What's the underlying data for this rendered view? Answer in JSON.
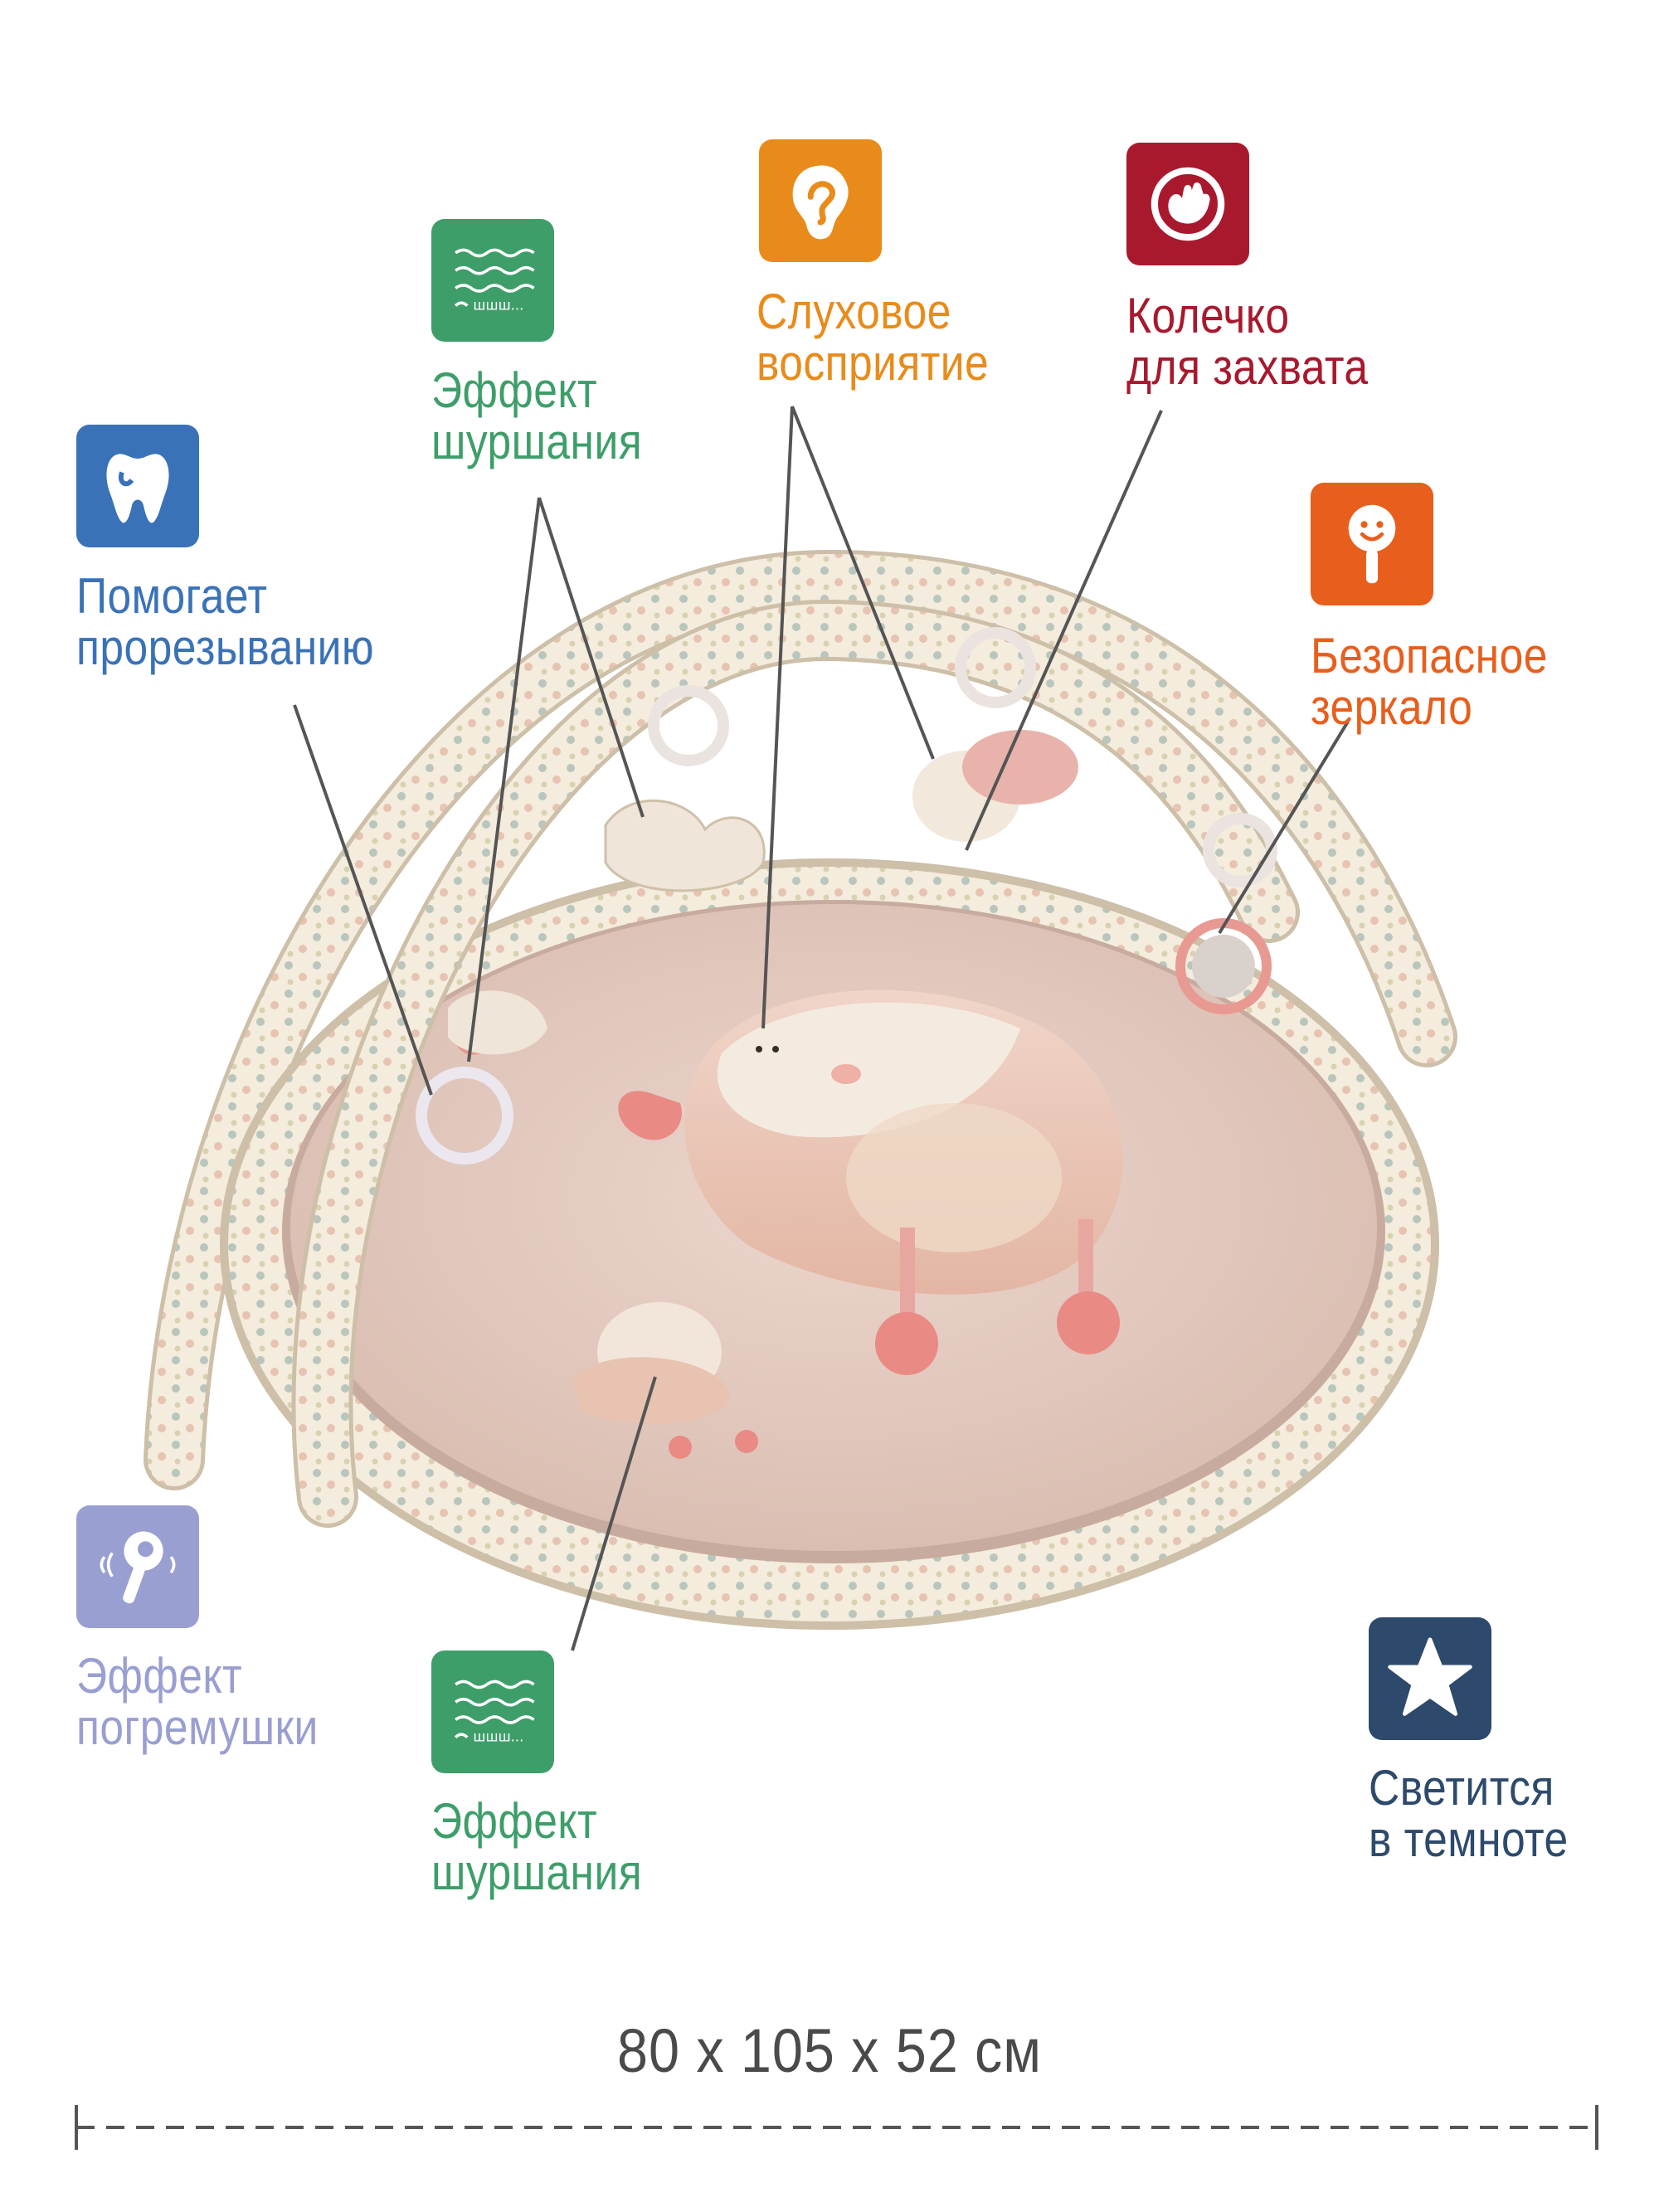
{
  "features": {
    "teething": {
      "line1": "Помогает",
      "line2": "прорезыванию",
      "color": "#3a72b8",
      "icon": "tooth-icon"
    },
    "rustle_top": {
      "line1": "Эффект",
      "line2": "шуршания",
      "color": "#3e9e6a",
      "icon": "rustle-icon",
      "icon_text": "шшш..."
    },
    "hearing": {
      "line1": "Слуховое",
      "line2": "восприятие",
      "color": "#e98b1a",
      "icon": "ear-icon"
    },
    "grab_ring": {
      "line1": "Колечко",
      "line2": "для захвата",
      "color": "#a8192e",
      "icon": "grab-hand-icon"
    },
    "mirror": {
      "line1": "Безопасное",
      "line2": "зеркало",
      "color": "#e85e1c",
      "icon": "mirror-icon"
    },
    "rattle": {
      "line1": "Эффект",
      "line2": "погремушки",
      "color": "#9a9fd2",
      "icon": "rattle-icon"
    },
    "rustle_bottom": {
      "line1": "Эффект",
      "line2": "шуршания",
      "color": "#3e9e6a",
      "icon": "rustle-icon",
      "icon_text": "шшш..."
    },
    "glow": {
      "line1": "Светится",
      "line2": "в темноте",
      "color": "#2d4a6c",
      "icon": "star-icon"
    }
  },
  "dimensions": "80 x 105 x 52 см",
  "product": {
    "mat_color": "#e6cfc6",
    "arch_color": "#f3eadb",
    "accent_coral": "#e98a85"
  }
}
